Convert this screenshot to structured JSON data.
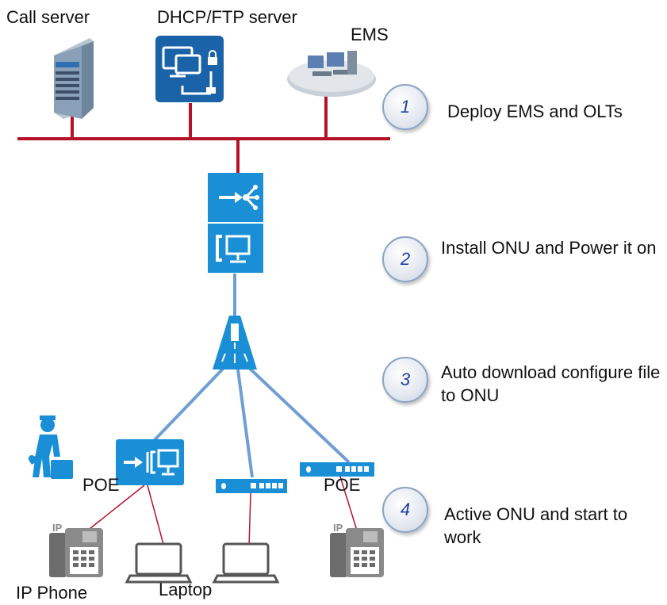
{
  "labels": {
    "call_server": "Call server",
    "dhcp_ftp_server": "DHCP/FTP server",
    "ems": "EMS",
    "poe_left": "POE",
    "poe_right": "POE",
    "ip_phone": "IP Phone",
    "laptop": "Laptop",
    "phone_ip_mark": "IP"
  },
  "steps": [
    {
      "number": "1",
      "text": "Deploy EMS and OLTs"
    },
    {
      "number": "2",
      "text": "Install ONU and Power it on"
    },
    {
      "number": "3",
      "text": "Auto download configure file to ONU"
    },
    {
      "number": "4",
      "text": "Active ONU and start to work"
    }
  ],
  "colors": {
    "bus_line": "#b5122a",
    "fiber_line": "#6f9fd2",
    "device_blue": "#1a8fd6",
    "server_blue": "#1a63a8",
    "badge_number": "#1f3fa8"
  },
  "icons": [
    "call-server-icon",
    "dhcp-ftp-server-icon",
    "ems-icon",
    "olt-icon",
    "splitter-icon",
    "onu-icon",
    "onu-small-icon",
    "laptop-icon",
    "ip-phone-icon",
    "engineer-icon"
  ]
}
